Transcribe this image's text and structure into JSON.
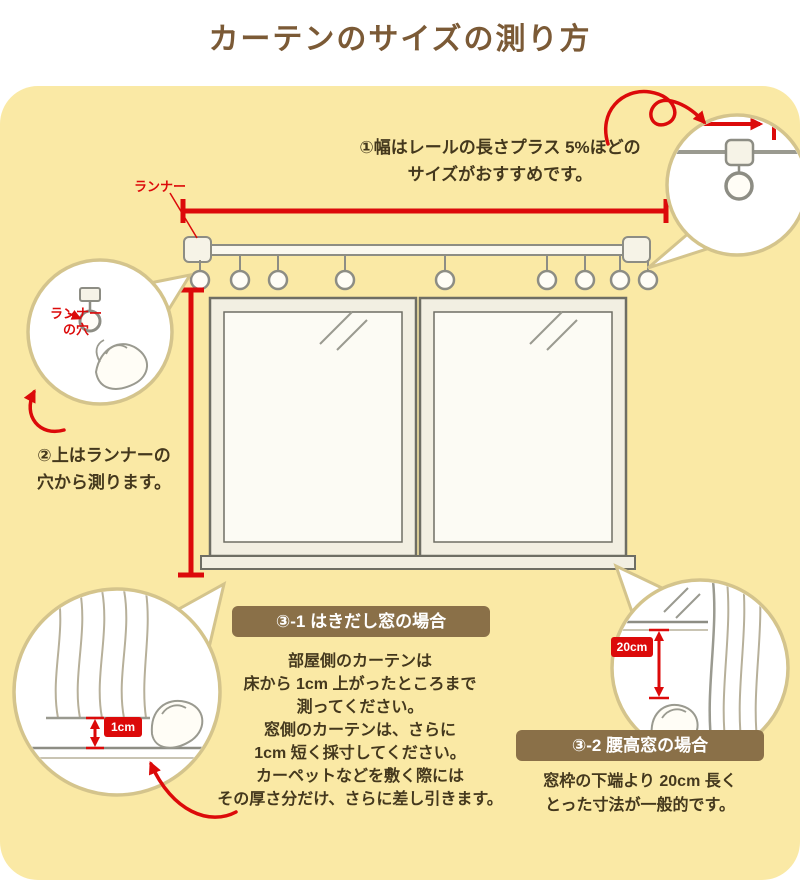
{
  "title": "カーテンのサイズの測り方",
  "colors": {
    "red": "#dc0a0a",
    "yellow": "#fae9a5",
    "title_brown": "#7b5a36",
    "badge_brown": "#8a7048",
    "text_brown": "#44381d",
    "callout_border_tan": "#d4c48c"
  },
  "step1": {
    "lines": [
      "①幅はレールの長さプラス 5%ほどの",
      "サイズがおすすめです。"
    ]
  },
  "labels": {
    "runner": "ランナー",
    "runner_hole_line1": "ランナー",
    "runner_hole_line2": "の穴",
    "one_cm": "1cm",
    "twenty_cm": "20cm"
  },
  "step2": {
    "lines": [
      "②上はランナーの",
      "穴から測ります。"
    ]
  },
  "step3_1": {
    "badge": "③-1 はきだし窓の場合",
    "lines": [
      "部屋側のカーテンは",
      "床から 1cm 上がったところまで",
      "測ってください。",
      "窓側のカーテンは、さらに",
      "1cm 短く採寸してください。",
      "カーペットなどを敷く際には",
      "その厚さ分だけ、さらに差し引きます。"
    ]
  },
  "step3_2": {
    "badge": "③-2 腰高窓の場合",
    "lines": [
      "窓枠の下端より 20cm 長く",
      "とった寸法が一般的です。"
    ]
  }
}
